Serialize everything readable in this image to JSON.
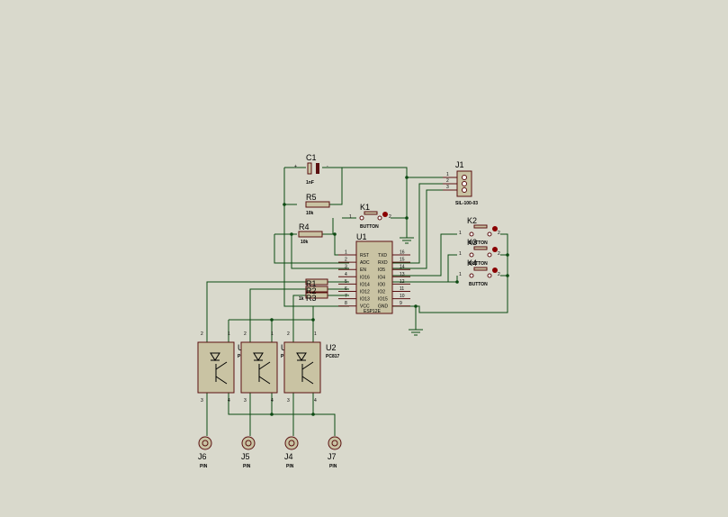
{
  "components": {
    "c1": {
      "ref": "C1",
      "value": "1nF",
      "plus": "+",
      "minus": "-"
    },
    "r5": {
      "ref": "R5",
      "value": "10k"
    },
    "r4": {
      "ref": "R4",
      "value": "10k"
    },
    "k1": {
      "ref": "K1",
      "value": "BUTTON",
      "pin1": "1",
      "pin2": "2"
    },
    "k2": {
      "ref": "K2",
      "value": "BUTTON",
      "pin1": "1",
      "pin2": "2"
    },
    "k3": {
      "ref": "K3",
      "value": "BUTTON",
      "pin1": "1",
      "pin2": "2"
    },
    "k4": {
      "ref": "K4",
      "value": "BUTTON",
      "pin1": "1",
      "pin2": "2"
    },
    "j1": {
      "ref": "J1",
      "value": "SIL-100-03",
      "pins": [
        "1",
        "2",
        "3"
      ]
    },
    "u1": {
      "ref": "U1",
      "value": "ESP12E",
      "left_pins": [
        {
          "num": "1",
          "name": "RST"
        },
        {
          "num": "2",
          "name": "ADC"
        },
        {
          "num": "3",
          "name": "EN"
        },
        {
          "num": "4",
          "name": "IO16"
        },
        {
          "num": "5",
          "name": "IO14"
        },
        {
          "num": "6",
          "name": "IO12"
        },
        {
          "num": "7",
          "name": "IO13"
        },
        {
          "num": "8",
          "name": "VCC"
        }
      ],
      "right_pins": [
        {
          "num": "16",
          "name": "TXD"
        },
        {
          "num": "15",
          "name": "RXD"
        },
        {
          "num": "14",
          "name": "IO5"
        },
        {
          "num": "13",
          "name": "IO4"
        },
        {
          "num": "12",
          "name": "IO0"
        },
        {
          "num": "11",
          "name": "IO2"
        },
        {
          "num": "10",
          "name": "IO15"
        },
        {
          "num": "9",
          "name": "GND"
        }
      ]
    },
    "r_stack": {
      "labels": [
        "R1",
        "R2",
        "R3"
      ],
      "value": "1k"
    },
    "opto_u4": {
      "ref": "U4",
      "value": "PC817",
      "pins": [
        "2",
        "1",
        "3",
        "4"
      ]
    },
    "opto_u3": {
      "ref": "U3",
      "value": "PC817",
      "pins": [
        "2",
        "1",
        "3",
        "4"
      ]
    },
    "opto_u2": {
      "ref": "U2",
      "value": "PC817",
      "pins": [
        "2",
        "1",
        "3",
        "4"
      ]
    },
    "j6": {
      "ref": "J6",
      "value": "PIN"
    },
    "j5": {
      "ref": "J5",
      "value": "PIN"
    },
    "j4": {
      "ref": "J4",
      "value": "PIN"
    },
    "j7": {
      "ref": "J7",
      "value": "PIN"
    }
  }
}
